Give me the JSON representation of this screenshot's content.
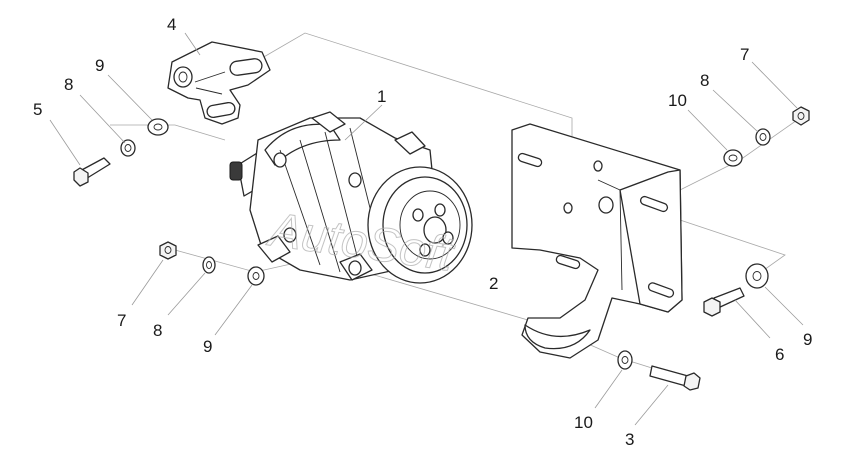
{
  "watermark": "AutoSoft",
  "callouts": [
    {
      "id": "c1",
      "text": "1"
    },
    {
      "id": "c2",
      "text": "2"
    },
    {
      "id": "c3",
      "text": "3"
    },
    {
      "id": "c4",
      "text": "4"
    },
    {
      "id": "c5",
      "text": "5"
    },
    {
      "id": "c6",
      "text": "6"
    },
    {
      "id": "c7a",
      "text": "7"
    },
    {
      "id": "c7b",
      "text": "7"
    },
    {
      "id": "c8a",
      "text": "8"
    },
    {
      "id": "c8b",
      "text": "8"
    },
    {
      "id": "c9a",
      "text": "9"
    },
    {
      "id": "c9b",
      "text": "9"
    },
    {
      "id": "c9c",
      "text": "9"
    },
    {
      "id": "c10a",
      "text": "10"
    },
    {
      "id": "c10b",
      "text": "10"
    }
  ]
}
